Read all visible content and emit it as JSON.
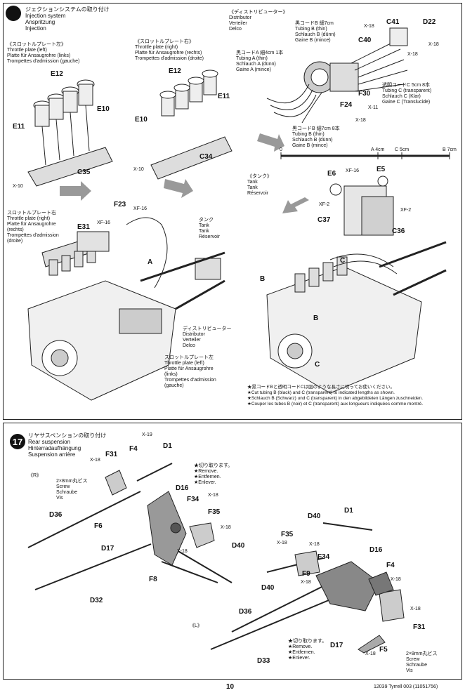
{
  "top_section": {
    "header": [
      "ジェクションシステムの取り付け",
      "Injection system",
      "Anspritzung",
      "Injection"
    ],
    "throttle_left": [
      "《スロットルプレート左》",
      "Throttle plate (left)",
      "Platte für Ansaugrohre (links)",
      "Trompettes d'admission (gauche)"
    ],
    "throttle_right": [
      "《スロットルプレート右》",
      "Throttle plate (right)",
      "Platte für Ansaugrohre (rechts)",
      "Trompettes d'admission (droite)"
    ],
    "distributor": [
      "《ディストリビューター》",
      "Distributor",
      "Verteiler",
      "Delco"
    ],
    "tubing_b_thin": [
      "黒コードB 細7cm",
      "Tubing B (thin)",
      "Schlauch B (dünn)",
      "Gaine B (mince)"
    ],
    "tubing_a_thin": [
      "黒コードA 細4cm 1本",
      "Tubing A (thin)",
      "Schlauch A (dünn)",
      "Gaine A (mince)"
    ],
    "tubing_c": [
      "透明コードC 5cm 8本",
      "Tubing C (transparent)",
      "Schlauch C (Klar)",
      "Gaine C (Translucide)"
    ],
    "tubing_b_bottom": [
      "黒コードB 細7cm 8本",
      "Tubing B (thin)",
      "Schlauch B (dünn)",
      "Gaine B (mince)"
    ],
    "scale": {
      "zero": "0",
      "a": "A 4cm",
      "c": "C 5cm",
      "b": "B 7cm"
    },
    "tank_label": [
      "《タンク》",
      "Tank",
      "Tank",
      "Réservoir"
    ],
    "throttle_right_2": [
      "スロットルプレート右",
      "Throttle plate (right)",
      "Platte für Ansaugrohre",
      "(rechts)",
      "Trompettes d'admission",
      "(droite)"
    ],
    "tank_label_2": [
      "タンク",
      "Tank",
      "Tank",
      "Réservoir"
    ],
    "distributor_2": [
      "ディストリビューター",
      "Distributor",
      "Verteiler",
      "Delco"
    ],
    "throttle_left_2": [
      "スロットルプレート左",
      "Throttle plate (left)",
      "Platte für Ansaugrohre",
      "(links)",
      "Trompettes d'admission",
      "(gauche)"
    ],
    "note": [
      "★黒コードBと透明コードCは図のような長さに切ってお使いください。",
      "★Cut tubing B (black) and C (transparent) to indicated lengths as shown.",
      "★Schlauch B (Schwarz) und C (transparent) in den abgebildeten Längen zuschneiden.",
      "★Couper les tubes B (noir) et C (transparent) aux longueurs indiquées comme montré."
    ],
    "part_labels": {
      "E12a": "E12",
      "E10a": "E10",
      "E11a": "E11",
      "C35": "C35",
      "X10a": "X-10",
      "E12b": "E12",
      "E11b": "E11",
      "E10b": "E10",
      "C34": "C34",
      "X10b": "X-10",
      "X18a": "X-18",
      "C41": "C41",
      "D22": "D22",
      "C40": "C40",
      "X18b": "X-18",
      "X18c": "X-18",
      "F30": "F30",
      "F24": "F24",
      "X11": "X-11",
      "X18d": "X-18",
      "E6": "E6",
      "XF16a": "XF-16",
      "E5": "E5",
      "XF2a": "XF-2",
      "XF2b": "XF-2",
      "C37": "C37",
      "C36": "C36",
      "F23": "F23",
      "XF16b": "XF-16",
      "E31": "E31",
      "XF16c": "XF-16",
      "A": "A",
      "B1": "B",
      "C1": "C",
      "B2": "B",
      "C2": "C"
    }
  },
  "bottom_section": {
    "step_number": "17",
    "header": [
      "リヤサスペンションの取り付け",
      "Rear suspension",
      "Hinterradaufhängung",
      "Suspension arrière"
    ],
    "side_r": "《R》",
    "side_l": "《L》",
    "screw_1": [
      "2×8mm丸ビス",
      "Screw",
      "Schraube",
      "Vis"
    ],
    "screw_2": [
      "2×8mm丸ビス",
      "Screw",
      "Schraube",
      "Vis"
    ],
    "remove_1": [
      "★切り取ります。",
      "★Remove.",
      "★Entfernen.",
      "★Enlever."
    ],
    "remove_2": [
      "★切り取ります。",
      "★Remove.",
      "★Entfernen.",
      "★Enlever."
    ],
    "part_labels": {
      "X19": "X-19",
      "F4a": "F4",
      "D1a": "D1",
      "X18a": "X-18",
      "F31a": "F31",
      "D16a": "D16",
      "X18b": "X-18",
      "F34a": "F34",
      "F35a": "F35",
      "X18c": "X-18",
      "D36a": "D36",
      "F6": "F6",
      "D17a": "D17",
      "X18d": "X-18",
      "D40a": "D40",
      "F8": "F8",
      "D32": "D32",
      "D40b": "D40",
      "D1b": "D1",
      "F35b": "F35",
      "X18e": "X-18",
      "X18f": "X-18",
      "D16b": "D16",
      "F34b": "F34",
      "F4b": "F4",
      "F9": "F9",
      "X18g": "X-18",
      "X18h": "X-18",
      "D40c": "D40",
      "X18i": "X-18",
      "D36b": "D36",
      "F31b": "F31",
      "D17b": "D17",
      "F5": "F5",
      "X18j": "X-18",
      "D33": "D33"
    }
  },
  "footer": {
    "page_number": "10",
    "model": "12039 Tyrrell 003 (11051756)"
  }
}
